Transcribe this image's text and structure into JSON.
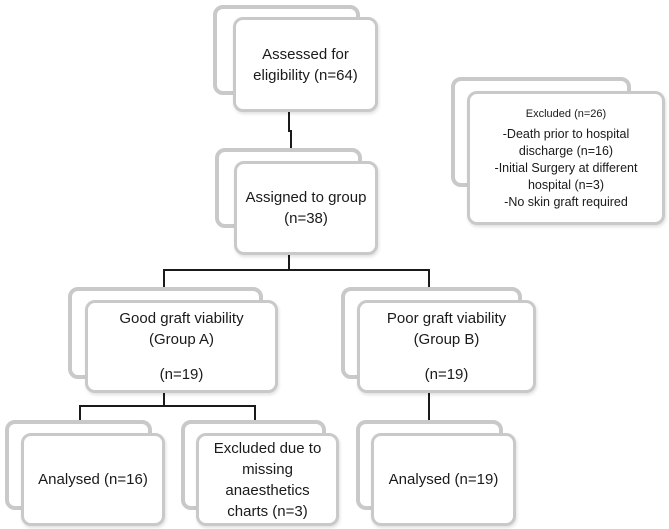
{
  "assessed": {
    "line1": "Assessed for",
    "line2": "eligibility (n=64)"
  },
  "excluded_top": {
    "title": "Excluded (n=26)",
    "reason1_line1": "-Death prior to hospital",
    "reason1_line2": "discharge (n=16)",
    "reason2_line1": "-Initial Surgery at different",
    "reason2_line2": "hospital (n=3)",
    "reason3": "-No skin graft required"
  },
  "assigned": {
    "line1": "Assigned to group",
    "line2": "(n=38)"
  },
  "group_a": {
    "line1": "Good graft viability",
    "line2": "(Group A)",
    "line3": "(n=19)"
  },
  "group_b": {
    "line1": "Poor graft viability",
    "line2": "(Group B)",
    "line3": "(n=19)"
  },
  "analysed_a": {
    "label": "Analysed (n=16)"
  },
  "excluded_a": {
    "line1": "Excluded due to",
    "line2": "missing",
    "line3": "anaesthetics",
    "line4": "charts (n=3)"
  },
  "analysed_b": {
    "label": "Analysed (n=19)"
  },
  "colors": {
    "box_border": "#c9c9c9",
    "connector": "#1a1a1a",
    "text": "#1a1a1a"
  }
}
